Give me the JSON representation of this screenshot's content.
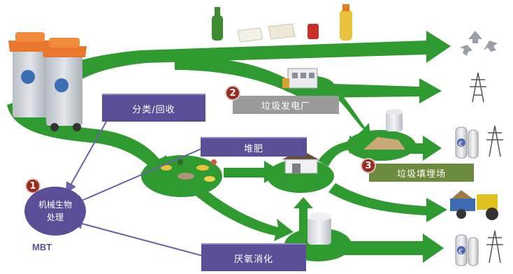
{
  "labels": {
    "sorting": "分类/回收",
    "power_plant": "垃圾发电厂",
    "compost": "堆肥",
    "landfill": "垃圾填埋场",
    "anaerobic": "厌氧消化",
    "mbt_line1": "机械生物",
    "mbt_line2": "处理",
    "mbt_abbr": "MBT"
  },
  "badges": {
    "one": "1",
    "two": "2",
    "three": "3"
  },
  "currency_symbol": "€",
  "colors": {
    "green": "#2f9a2f",
    "green_dark": "#1f7a1f",
    "purple": "#5a4f96",
    "badge_red": "#9b2a1f",
    "bin_orange": "#e8762c",
    "bin_gray": "#c8ccd2"
  },
  "icons": [
    "recycle-icon",
    "power-pylon-icon",
    "gas-cylinder-icon",
    "euro-icon",
    "tractor-icon",
    "storage-tank-icon",
    "waste-bin-icon",
    "bottle-icon",
    "newspaper-icon",
    "can-icon"
  ]
}
